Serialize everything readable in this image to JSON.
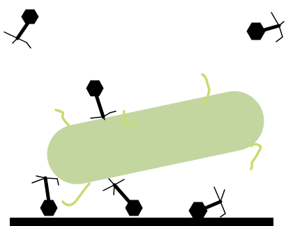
{
  "colors": {
    "background": "#ffffff",
    "bacterium_body": "#c3d6a0",
    "pili": "#c7dc6c",
    "phage": "#000000",
    "surface": "#000000"
  },
  "icons": {
    "phage": "bacteriophage-icon",
    "bacterium": "rod-bacterium-shape",
    "pilus": "pilus-strand",
    "surface": "substrate-bar"
  }
}
